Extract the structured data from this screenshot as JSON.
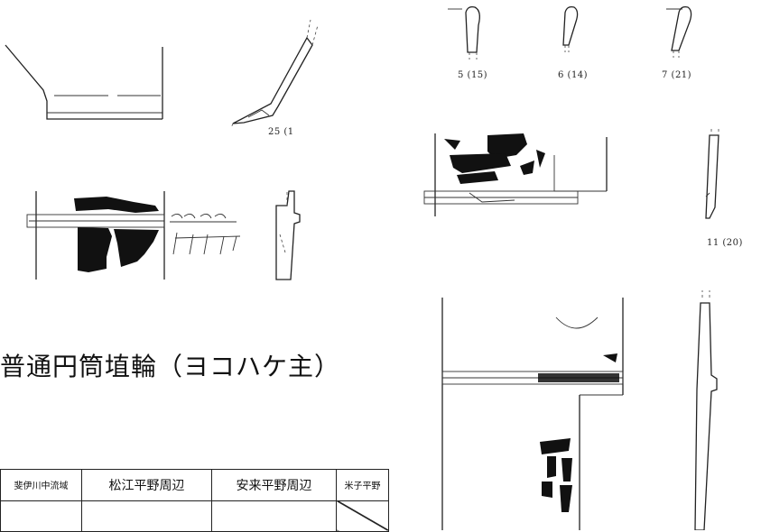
{
  "figure_labels": {
    "rim_a": "25 (1",
    "rim_5": "5 (15)",
    "rim_6": "6 (14)",
    "rim_7": "7 (21)",
    "sherd_11": "11 (20)"
  },
  "section_title": "普通円筒埴輪（ヨコハケ主）",
  "region_table": {
    "headers": [
      "斐伊川中流域",
      "松江平野周辺",
      "安来平野周辺",
      "米子平野"
    ]
  }
}
